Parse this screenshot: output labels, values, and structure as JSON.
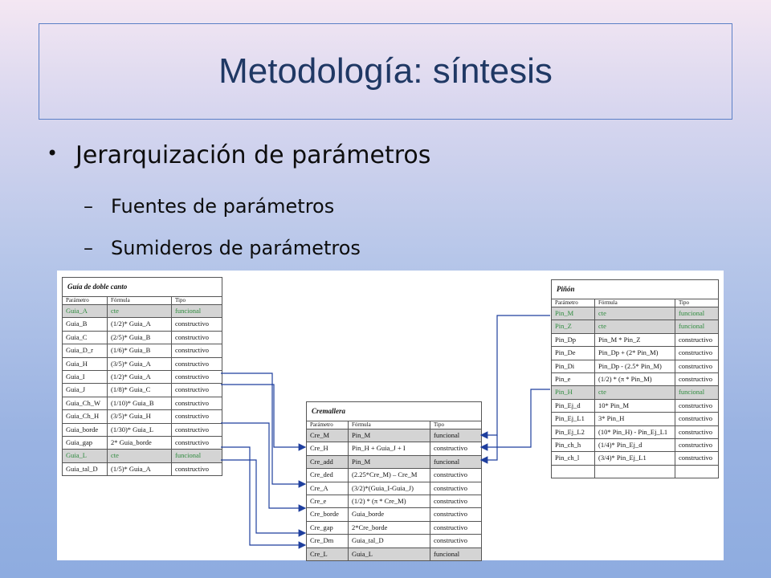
{
  "slide": {
    "title": "Metodología: síntesis",
    "bullet": {
      "marker": "•",
      "text": "Jerarquización de parámetros"
    },
    "sub_bullets": [
      {
        "marker": "–",
        "text": "Fuentes de parámetros"
      },
      {
        "marker": "–",
        "text": "Sumideros de parámetros"
      }
    ]
  },
  "figure": {
    "guia": {
      "caption": "Guía de doble canto",
      "headers": [
        "Parámetro",
        "Fórmula",
        "Tipo"
      ],
      "rows": [
        [
          "Guia_A",
          "cte",
          "funcional"
        ],
        [
          "Guia_B",
          "(1/2)* Guia_A",
          "constructivo"
        ],
        [
          "Guia_C",
          "(2/5)* Guia_B",
          "constructivo"
        ],
        [
          "Guia_D_r",
          "(1/6)* Guia_B",
          "constructivo"
        ],
        [
          "Guia_H",
          "(3/5)* Guia_A",
          "constructivo"
        ],
        [
          "Guia_I",
          "(1/2)* Guia_A",
          "constructivo"
        ],
        [
          "Guia_J",
          "(1/8)* Guia_C",
          "constructivo"
        ],
        [
          "Guia_Ch_W",
          "(1/10)* Guia_B",
          "constructivo"
        ],
        [
          "Guia_Ch_H",
          "(3/5)* Guia_H",
          "constructivo"
        ],
        [
          "Guia_borde",
          "(1/30)* Guia_L",
          "constructivo"
        ],
        [
          "Guia_gap",
          "2* Guia_borde",
          "constructivo"
        ],
        [
          "Guia_L",
          "cte",
          "funcional"
        ],
        [
          "Guia_tal_D",
          "(1/5)* Guia_A",
          "constructivo"
        ]
      ]
    },
    "cremallera": {
      "caption": "Cremallera",
      "headers": [
        "Parámetro",
        "Fórmula",
        "Tipo"
      ],
      "rows": [
        [
          "Cre_M",
          "Pin_M",
          "funcional"
        ],
        [
          "Cre_H",
          "Pin_H + Guia_J + I",
          "constructivo"
        ],
        [
          "Cre_add",
          "Pin_M",
          "funcional"
        ],
        [
          "Cre_ded",
          "(2.25*Cre_M) – Cre_M",
          "constructivo"
        ],
        [
          "Cre_A",
          "(3/2)*(Guia_I-Guia_J)",
          "constructivo"
        ],
        [
          "Cre_e",
          "(1/2) * (π * Cre_M)",
          "constructivo"
        ],
        [
          "Cre_borde",
          "Guia_borde",
          "constructivo"
        ],
        [
          "Cre_gap",
          "2*Cre_borde",
          "constructivo"
        ],
        [
          "Cre_Dm",
          "Guia_tal_D",
          "constructivo"
        ],
        [
          "Cre_L",
          "Guia_L",
          "funcional"
        ]
      ]
    },
    "pinon": {
      "caption": "Piñón",
      "headers": [
        "Parámetro",
        "Fórmula",
        "Tipo"
      ],
      "rows": [
        [
          "Pin_M",
          "cte",
          "funcional"
        ],
        [
          "Pin_Z",
          "cte",
          "funcional"
        ],
        [
          "Pin_Dp",
          "Pin_M * Pin_Z",
          "constructivo"
        ],
        [
          "Pin_De",
          "Pin_Dp + (2* Pin_M)",
          "constructivo"
        ],
        [
          "Pin_Di",
          "Pin_Dp - (2.5* Pin_M)",
          "constructivo"
        ],
        [
          "Pin_e",
          "(1/2) * (π * Pin_M)",
          "constructivo"
        ],
        [
          "Pin_H",
          "cte",
          "funcional"
        ],
        [
          "Pin_Ej_d",
          "10* Pin_M",
          "constructivo"
        ],
        [
          "Pin_Ej_L1",
          "3*  Pin_H",
          "constructivo"
        ],
        [
          "Pin_Ej_L2",
          "(10* Pin_H) - Pin_Ej_L1",
          "constructivo"
        ],
        [
          "Pin_ch_h",
          "(1/4)* Pin_Ej_d",
          "constructivo"
        ],
        [
          "Pin_ch_l",
          "(3/4)* Pin_Ej_L1",
          "constructivo"
        ],
        [
          "",
          "",
          ""
        ]
      ]
    },
    "colors": {
      "arrow": "#1f3f9e",
      "funcional_text": "#2e8b3e",
      "shaded_row": "#d4d4d4",
      "title": "#1f3864"
    }
  }
}
